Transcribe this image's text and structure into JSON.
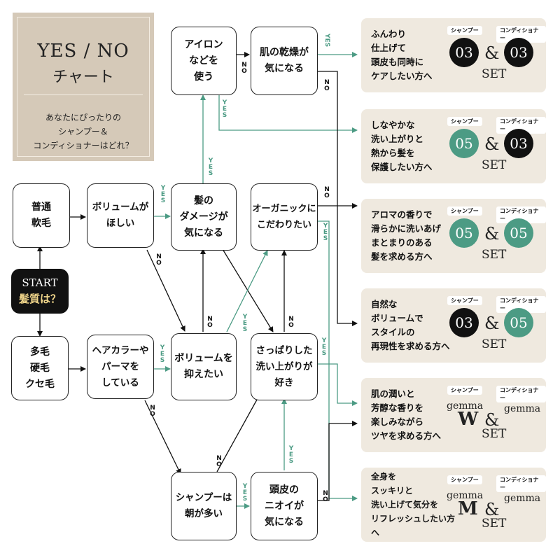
{
  "colors": {
    "yes": "#4c9b84",
    "no": "#111111",
    "black_circle": "#111111",
    "green_circle": "#4c9b84",
    "card": "#efe9df",
    "title_card": "#d5c9b8"
  },
  "title": {
    "main": "YES / NO",
    "sub": "チャート",
    "question": "あなたにぴったりの\nシャンプー＆\nコンディショナーはどれ？"
  },
  "start": {
    "en": "START",
    "jp": "髪質は？"
  },
  "nodes": {
    "soft": "普通\n軟毛",
    "thick": "多毛\n硬毛\nクセ毛",
    "volume_want": "ボリュームが\nほしい",
    "color_perm": "ヘアカラーや\nパーマを\nしている",
    "iron": "アイロン\nなどを\n使う",
    "dry_scalp": "肌の乾燥が\n気になる",
    "damage": "髪の\nダメージが\n気になる",
    "organic": "オーガニックに\nこだわりたい",
    "volume_down": "ボリュームを\n抑えたい",
    "refreshing": "さっぱりした\n洗い上がりが\n好き",
    "morning": "シャンプーは\n朝が多い",
    "scalp_odor": "頭皮の\nニオイが\n気になる"
  },
  "labels": {
    "yes": "YES",
    "no": "NO"
  },
  "results": [
    {
      "text": "ふんわり\n仕上げて\n頭皮も同時に\nケアしたい方へ",
      "shampoo": "03",
      "conditioner": "03",
      "shampoo_color": "black",
      "conditioner_color": "black"
    },
    {
      "text": "しなやかな\n洗い上がりと\n熱から髪を\n保護したい方へ",
      "shampoo": "05",
      "conditioner": "03",
      "shampoo_color": "green",
      "conditioner_color": "black"
    },
    {
      "text": "アロマの香りで\n滑らかに洗いあげ\nまとまりのある\n髪を求める方へ",
      "shampoo": "05",
      "conditioner": "05",
      "shampoo_color": "green",
      "conditioner_color": "green"
    },
    {
      "text": "自然な\nボリュームで\nスタイルの\n再現性を求める方へ",
      "shampoo": "03",
      "conditioner": "05",
      "shampoo_color": "black",
      "conditioner_color": "green"
    },
    {
      "text": "肌の潤いと\n芳醇な香りを\n楽しみながら\nツヤを求める方へ",
      "gemma": "gemma",
      "letter": "W",
      "gemma2": "gemma"
    },
    {
      "text": "全身を\nスッキリと\n洗い上げて気分を\nリフレッシュしたい方へ",
      "gemma": "gemma",
      "letter": "M",
      "gemma2": "gemma"
    }
  ],
  "result_tags": {
    "shampoo": "シャンプー",
    "conditioner": "コンディショナー"
  },
  "amp": "&",
  "set": "SET"
}
